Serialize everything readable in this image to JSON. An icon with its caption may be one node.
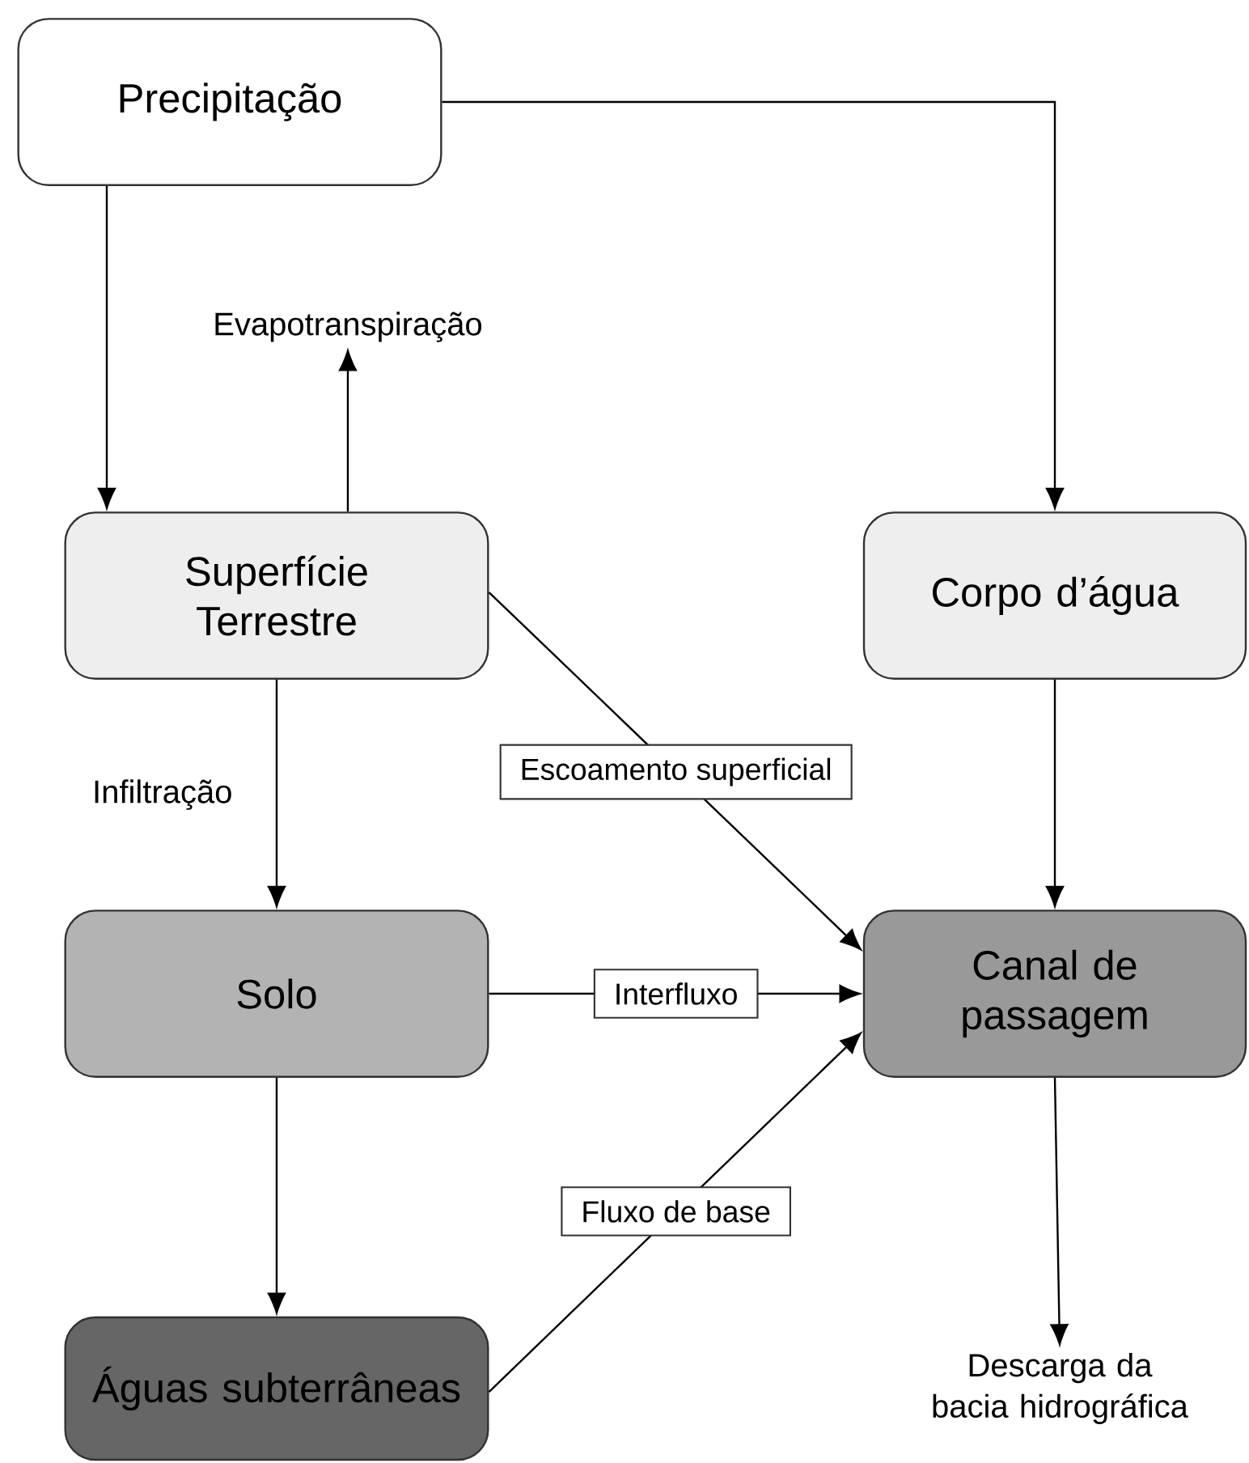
{
  "diagram": {
    "nodes": [
      {
        "text": [
          "Precipitação"
        ]
      },
      {
        "text": [
          "Evapotranspiração"
        ]
      },
      {
        "text": [
          "Superfície Terrestre"
        ]
      },
      {
        "text": [
          "Corpo d’água"
        ]
      },
      {
        "text": [
          "Solo"
        ]
      },
      {
        "text": [
          "Canal de passagem"
        ]
      },
      {
        "text": [
          "Águas subterrâneas"
        ]
      },
      {
        "text": [
          "Descarga da bacia hidrográfica"
        ]
      }
    ],
    "edges": [
      {
        "from": 0,
        "to": 2,
        "arrow": "to"
      },
      {
        "from": 0,
        "to": 3,
        "arrow": "to"
      },
      {
        "from": 2,
        "to": 1,
        "arrow": "to"
      },
      {
        "from": 2,
        "to": 4,
        "arrow": "to",
        "label": "Infiltração"
      },
      {
        "from": 2,
        "to": 5,
        "arrow": "to",
        "label": "Escoamento superficial"
      },
      {
        "from": 3,
        "to": 5,
        "arrow": "to"
      },
      {
        "from": 4,
        "to": 5,
        "arrow": "to",
        "label": "Interfluxo"
      },
      {
        "from": 4,
        "to": 6,
        "arrow": "to"
      },
      {
        "from": 6,
        "to": 5,
        "arrow": "to",
        "label": "Fluxo de base"
      },
      {
        "from": 5,
        "to": 7,
        "arrow": "to"
      }
    ]
  }
}
